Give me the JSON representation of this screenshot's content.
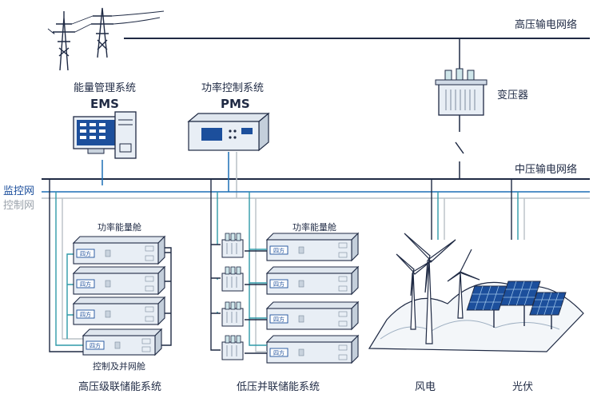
{
  "labels": {
    "hv_grid": "高压输电网络",
    "mv_grid": "中压输电网络",
    "transformer": "变压器",
    "ems_title": "能量管理系统",
    "ems_abbr": "EMS",
    "pms_title": "功率控制系统",
    "pms_abbr": "PMS",
    "monitor_net": "监控网",
    "control_net": "控制网",
    "hv_cabin": "功率能量舱",
    "lv_cabin": "功率能量舱",
    "control_cabin": "控制及并网舱",
    "hv_system": "高压级联储能系统",
    "lv_system": "低压并联储能系统",
    "wind": "风电",
    "pv": "光伏",
    "brand": "四方"
  },
  "colors": {
    "line_dark": "#1f2a44",
    "monitor_line": "#1c6fb5",
    "control_line": "#b9c0c6",
    "teal_line": "#2f9aa8",
    "cabinet_fill": "#e8eef5"
  },
  "icons": [
    "power-tower-icon",
    "transformer-icon",
    "computer-icon",
    "rack-device-icon",
    "wind-turbine-icon",
    "solar-panel-icon"
  ]
}
